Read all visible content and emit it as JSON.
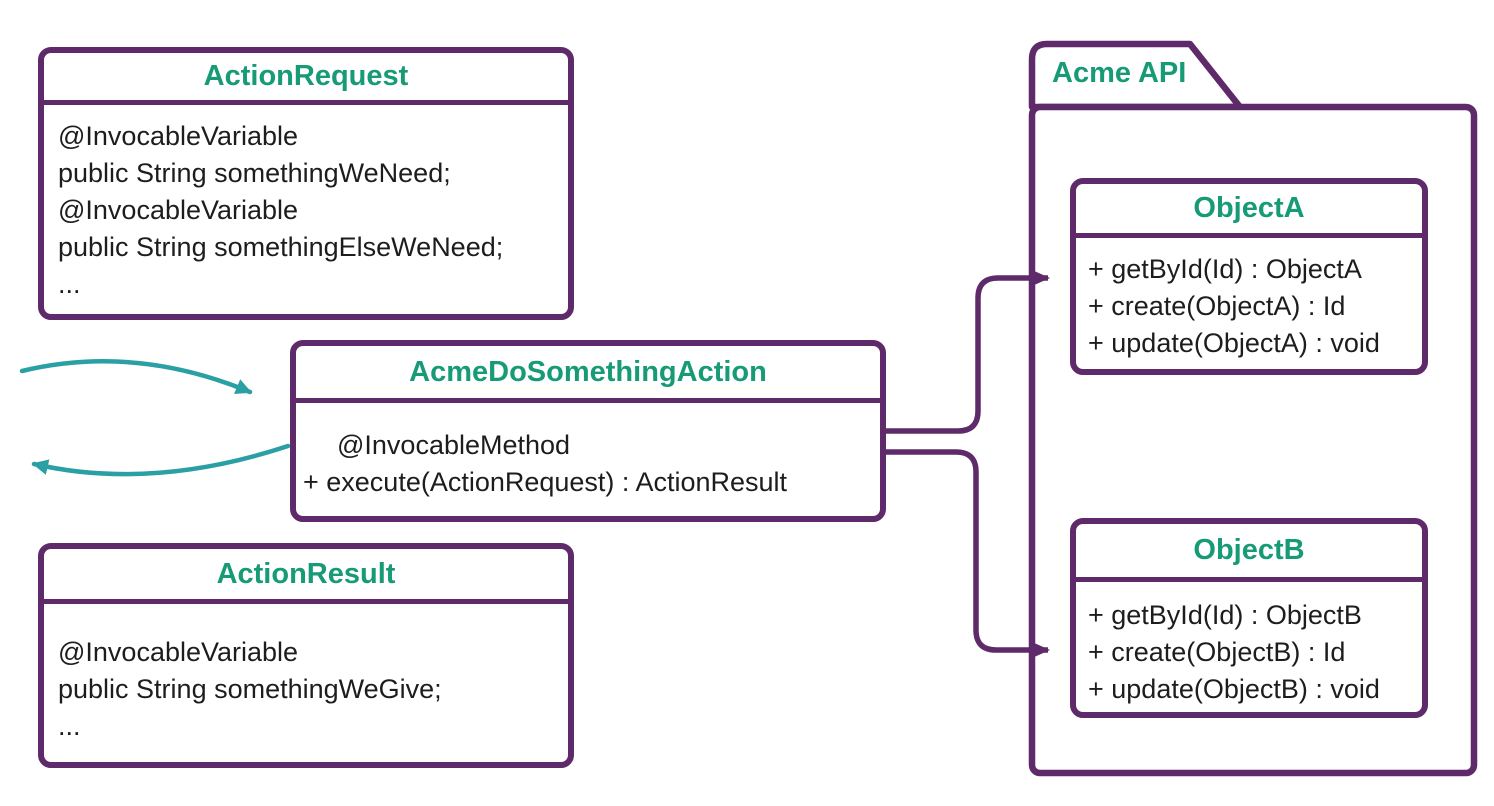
{
  "package": {
    "title": "Acme API"
  },
  "classes": {
    "action_request": {
      "title": "ActionRequest",
      "lines": [
        "@InvocableVariable",
        "public String somethingWeNeed;",
        "@InvocableVariable",
        "public String somethingElseWeNeed;",
        "..."
      ]
    },
    "acme_do_something_action": {
      "title": "AcmeDoSomethingAction",
      "lines": [
        "@InvocableMethod",
        "+ execute(ActionRequest) : ActionResult"
      ]
    },
    "action_result": {
      "title": "ActionResult",
      "lines": [
        "@InvocableVariable",
        "public String somethingWeGive;",
        "..."
      ]
    },
    "object_a": {
      "title": "ObjectA",
      "lines": [
        "+ getById(Id) : ObjectA",
        "+ create(ObjectA) : Id",
        "+ update(ObjectA) : void"
      ]
    },
    "object_b": {
      "title": "ObjectB",
      "lines": [
        "+ getById(Id) : ObjectB",
        "+ create(ObjectB) : Id",
        "+ update(ObjectB) : void"
      ]
    }
  },
  "connectors": [
    {
      "name": "incoming-call-arrow",
      "to": "AcmeDoSomethingAction",
      "color": "#2ba0a4"
    },
    {
      "name": "outgoing-return-arrow",
      "from": "AcmeDoSomethingAction",
      "color": "#2ba0a4"
    },
    {
      "name": "action-to-object-a",
      "from": "AcmeDoSomethingAction",
      "to": "ObjectA",
      "color": "#5e2a69"
    },
    {
      "name": "action-to-object-b",
      "from": "AcmeDoSomethingAction",
      "to": "ObjectB",
      "color": "#5e2a69"
    }
  ],
  "colors": {
    "border_purple": "#5e2a69",
    "title_teal": "#179b77",
    "arrow_teal": "#2ba0a4",
    "text": "#1d1d1d",
    "background": "#ffffff"
  }
}
